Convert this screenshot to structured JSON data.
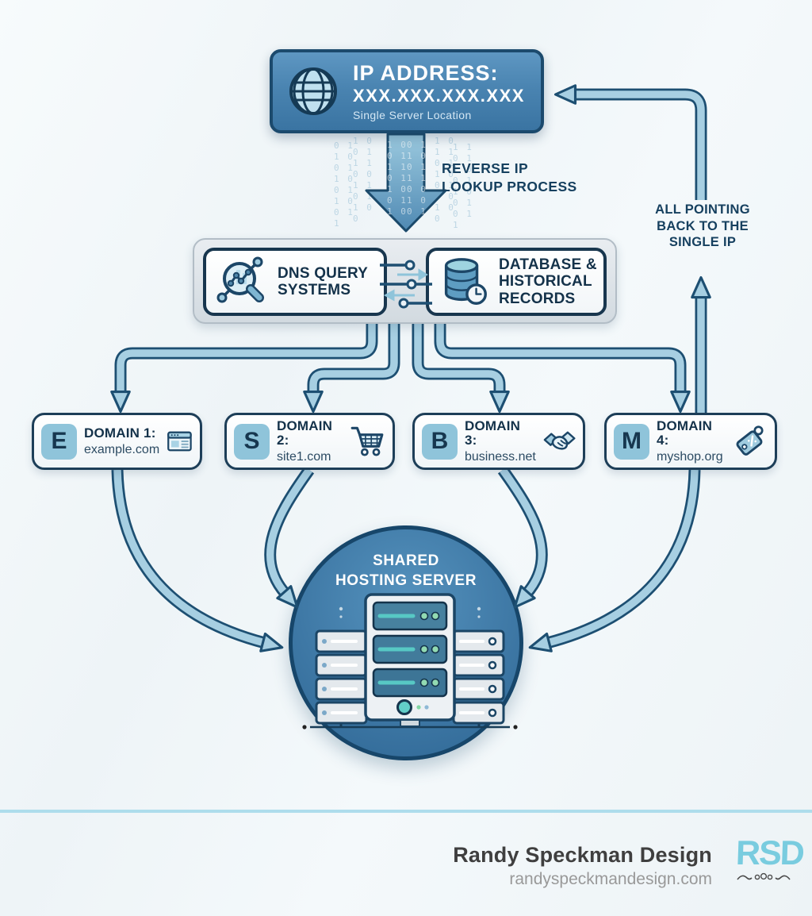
{
  "ip_box": {
    "title": "IP ADDRESS:",
    "value": "XXX.XXX.XXX.XXX",
    "subtitle": "Single Server Location"
  },
  "process_label": "REVERSE IP\nLOOKUP PROCESS",
  "middle": {
    "left_label": "DNS QUERY\nSYSTEMS",
    "right_label": "DATABASE &\nHISTORICAL\nRECORDS"
  },
  "right_note": "ALL POINTING\nBACK TO THE\nSINGLE IP",
  "domains": [
    {
      "badge": "E",
      "title": "DOMAIN 1:",
      "host": "example.com",
      "icon": "browser-icon"
    },
    {
      "badge": "S",
      "title": "DOMAIN 2:",
      "host": "site1.com",
      "icon": "cart-icon"
    },
    {
      "badge": "B",
      "title": "DOMAIN 3:",
      "host": "business.net",
      "icon": "handshake-icon"
    },
    {
      "badge": "M",
      "title": "DOMAIN 4:",
      "host": "myshop.org",
      "icon": "tag-icon"
    }
  ],
  "server": {
    "title": "SHARED\nHOSTING SERVER"
  },
  "binary": [
    "0 1\n1 0\n0 1\n1 0\n0 1\n1 0\n0 1\n1",
    "1 0\n0 1\n1 1\n0 0\n1 1\n0 1\n1 0\n0",
    "1 0\n0 1\n1 1\n0 1\n1 0\n0 1\n1 0",
    "0 1\n1 0\n0 1\n1 1\n0 0\n1 0\n0 1",
    "1 0\n1 1\n0 1\n1 0\n0 1\n0 0\n1 0\n0",
    "1 1\n0 1\n1 0\n0 1\n1 0\n0 1\n0 1\n1"
  ],
  "footer": {
    "brand": "Randy Speckman Design",
    "site": "randyspeckmandesign.com",
    "logo": "RSD"
  },
  "palette": {
    "navy": "#1c4a6d",
    "arrow_fill": "#a7cfe2",
    "ip_box_fill": "#4a84b1",
    "circle_fill": "#3f79a6",
    "badge_fill": "#8fc4da",
    "logo_blue": "#79ccdf",
    "footer_rule": "#aeddec"
  }
}
